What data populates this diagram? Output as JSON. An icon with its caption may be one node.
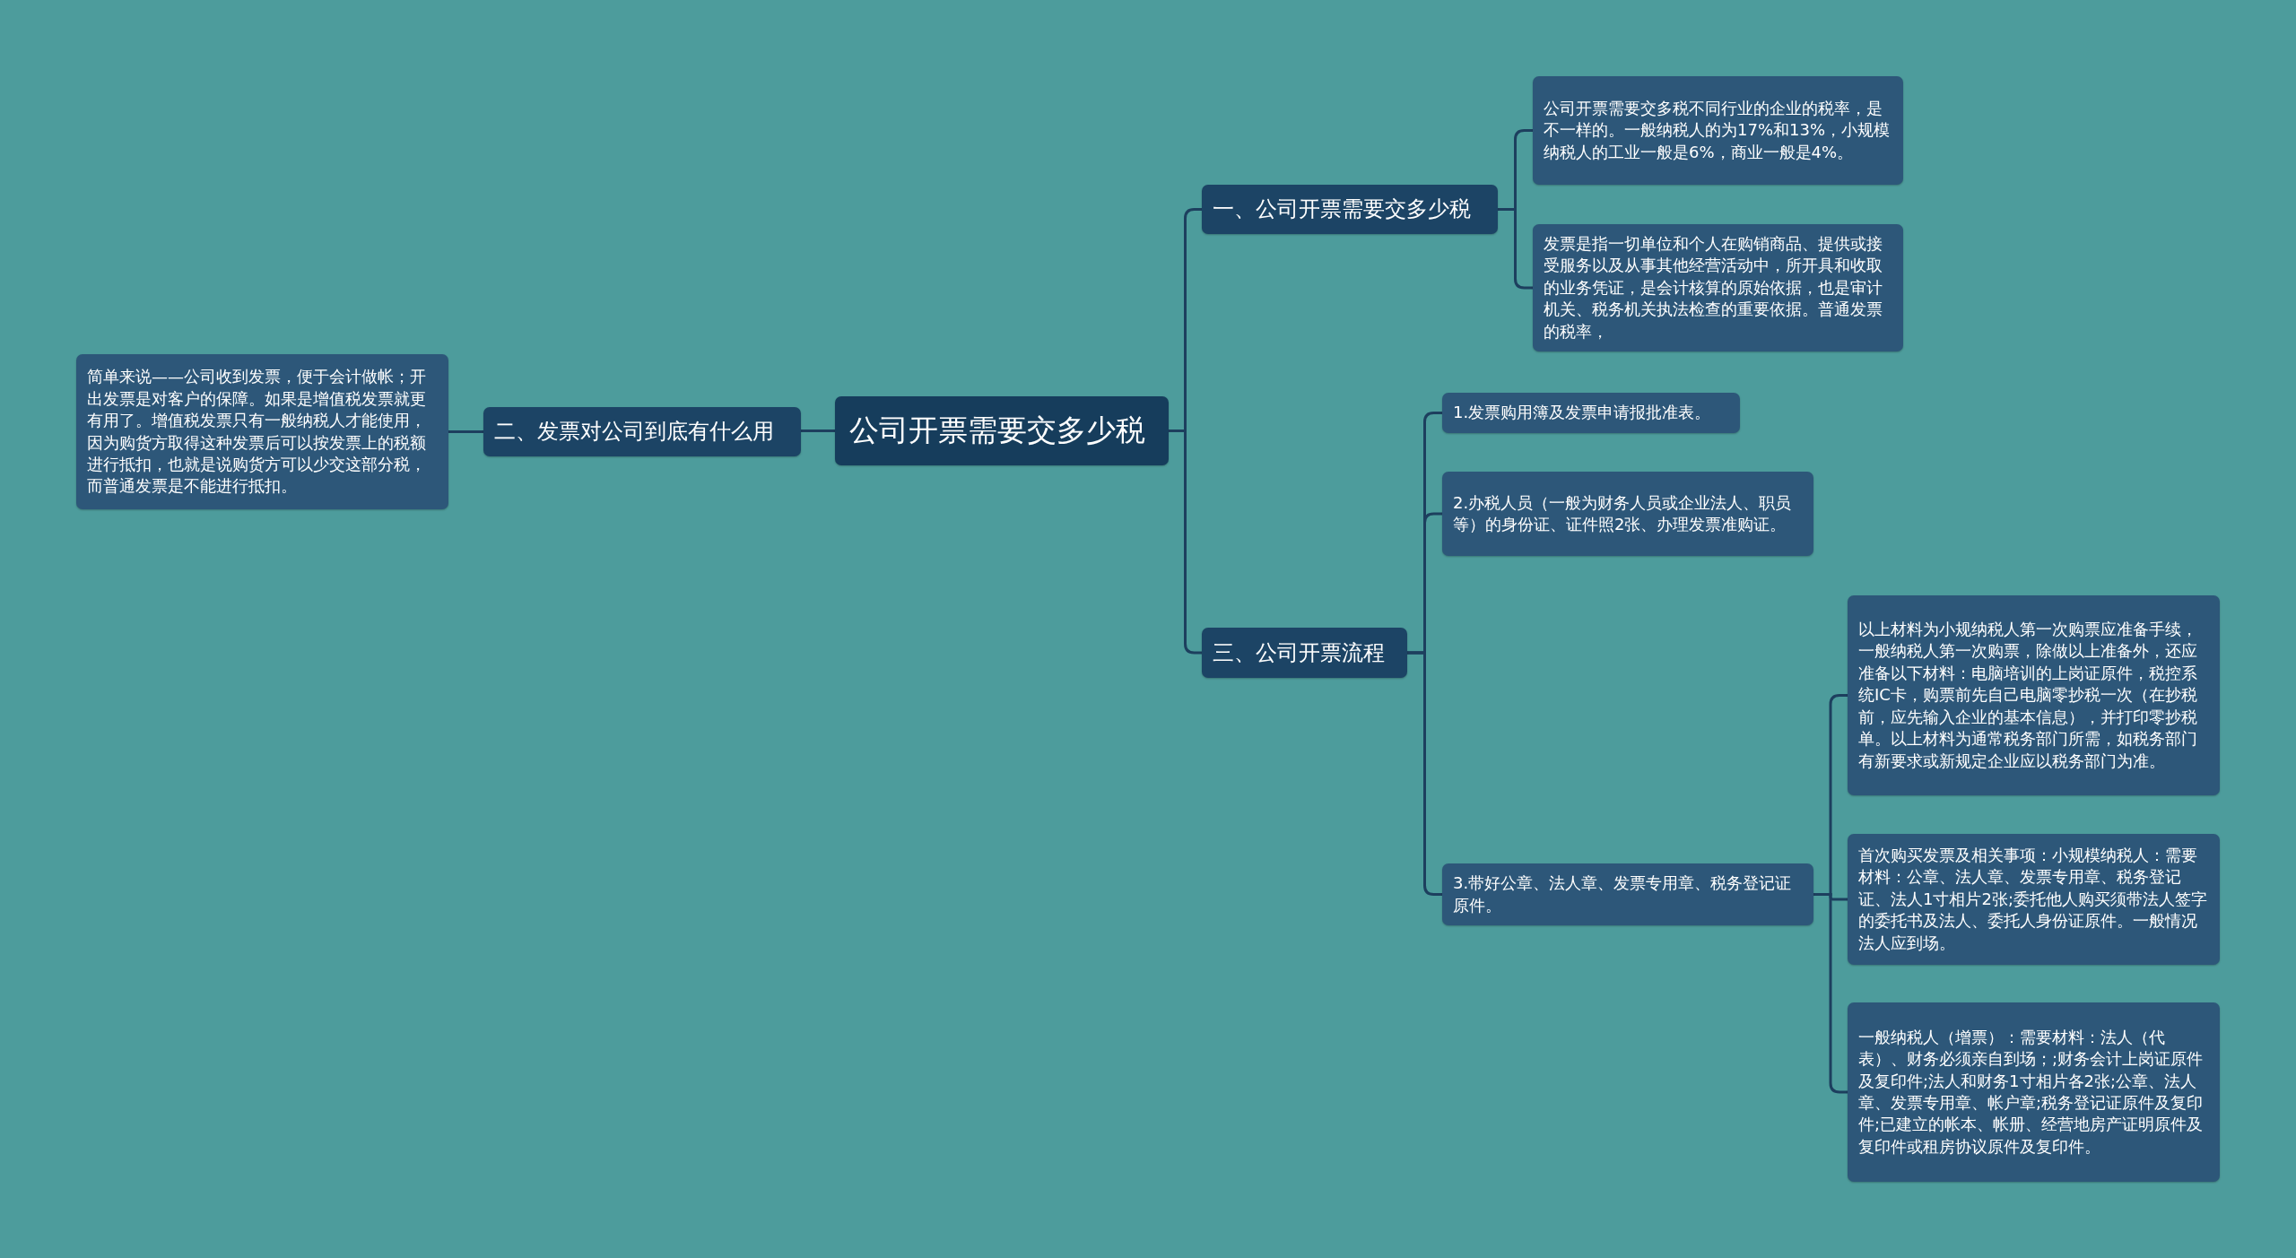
{
  "diagram": {
    "nodes": [
      {
        "text": [
          "公司开票需要交多少税"
        ]
      },
      {
        "text": [
          "一、公司开票需要交多少税"
        ]
      },
      {
        "text": [
          "公司开票需要交多税不同行业的企业的税率，是不一样的。一般纳税人的为17%和13%，小规模纳税人的工业一般是6%，商业一般是4%。"
        ]
      },
      {
        "text": [
          "发票是指一切单位和个人在购销商品、提供或接受服务以及从事其他经营活动中，所开具和收取的业务凭证，是会计核算的原始依据，也是审计机关、税务机关执法检查的重要依据。普通发票的税率，"
        ]
      },
      {
        "text": [
          "二、发票对公司到底有什么用"
        ]
      },
      {
        "text": [
          "简单来说——公司收到发票，便于会计做帐；开出发票是对客户的保障。如果是增值税发票就更有用了。增值税发票只有一般纳税人才能使用，因为购货方取得这种发票后可以按发票上的税额进行抵扣，也就是说购货方可以少交这部分税，而普通发票是不能进行抵扣。"
        ]
      },
      {
        "text": [
          "三、公司开票流程"
        ]
      },
      {
        "text": [
          "1.发票购用簿及发票申请报批准表。"
        ]
      },
      {
        "text": [
          "2.办税人员（一般为财务人员或企业法人、职员等）的身份证、证件照2张、办理发票准购证。"
        ]
      },
      {
        "text": [
          "3.带好公章、法人章、发票专用章、税务登记证原件。"
        ]
      },
      {
        "text": [
          "以上材料为小规纳税人第一次购票应准备手续，一般纳税人第一次购票，除做以上准备外，还应准备以下材料：电脑培训的上岗证原件，税控系统IC卡，购票前先自己电脑零抄税一次（在抄税前，应先输入企业的基本信息），并打印零抄税单。以上材料为通常税务部门所需，如税务部门有新要求或新规定企业应以税务部门为准。"
        ]
      },
      {
        "text": [
          "首次购买发票及相关事项：小规模纳税人：需要材料：公章、法人章、发票专用章、税务登记证、法人1寸相片2张;委托他人购买须带法人签字的委托书及法人、委托人身份证原件。一般情况法人应到场。"
        ]
      },
      {
        "text": [
          "一般纳税人（增票）：需要材料：法人（代表）、财务必须亲自到场；;财务会计上岗证原件及复印件;法人和财务1寸相片各2张;公章、法人章、发票专用章、帐户章;税务登记证原件及复印件;已建立的帐本、帐册、经营地房产证明原件及复印件或租房协议原件及复印件。"
        ]
      }
    ],
    "edges": [
      {
        "from": 0,
        "to": 1,
        "arrow": "none"
      },
      {
        "from": 1,
        "to": 2,
        "arrow": "none"
      },
      {
        "from": 1,
        "to": 3,
        "arrow": "none"
      },
      {
        "from": 0,
        "to": 4,
        "arrow": "none"
      },
      {
        "from": 4,
        "to": 5,
        "arrow": "none"
      },
      {
        "from": 0,
        "to": 6,
        "arrow": "none"
      },
      {
        "from": 6,
        "to": 7,
        "arrow": "none"
      },
      {
        "from": 6,
        "to": 8,
        "arrow": "none"
      },
      {
        "from": 6,
        "to": 9,
        "arrow": "none"
      },
      {
        "from": 9,
        "to": 10,
        "arrow": "none"
      },
      {
        "from": 9,
        "to": 11,
        "arrow": "none"
      },
      {
        "from": 9,
        "to": 12,
        "arrow": "none"
      }
    ]
  }
}
